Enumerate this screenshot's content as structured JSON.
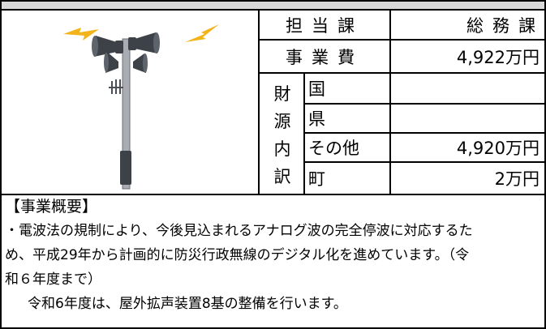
{
  "table": {
    "dept_label": "担当課",
    "dept_value": "総務課",
    "cost_label": "事業費",
    "cost_value": "4,922万円",
    "source_label_chars": [
      "財",
      "源",
      "内",
      "訳"
    ],
    "sources": [
      {
        "name": "国",
        "amount": ""
      },
      {
        "name": "県",
        "amount": ""
      },
      {
        "name": "その他",
        "amount": "4,920万円"
      },
      {
        "name": "町",
        "amount": "2万円"
      }
    ]
  },
  "summary": {
    "heading": "【事業概要】",
    "line1": "・電波法の規制により、今後見込まれるアナログ波の完全停波に対応するた",
    "line2": "め、平成29年から計画的に防災行政無線のデジタル化を進めています。（令",
    "line3": "和６年度まで）",
    "line4": "令和6年度は、屋外拡声装置8基の整備を行います。"
  },
  "colors": {
    "header_bar": "#d9d9d9",
    "pole": "#a9adb3",
    "speaker": "#3d4249",
    "lightning": "#f3b41b"
  }
}
